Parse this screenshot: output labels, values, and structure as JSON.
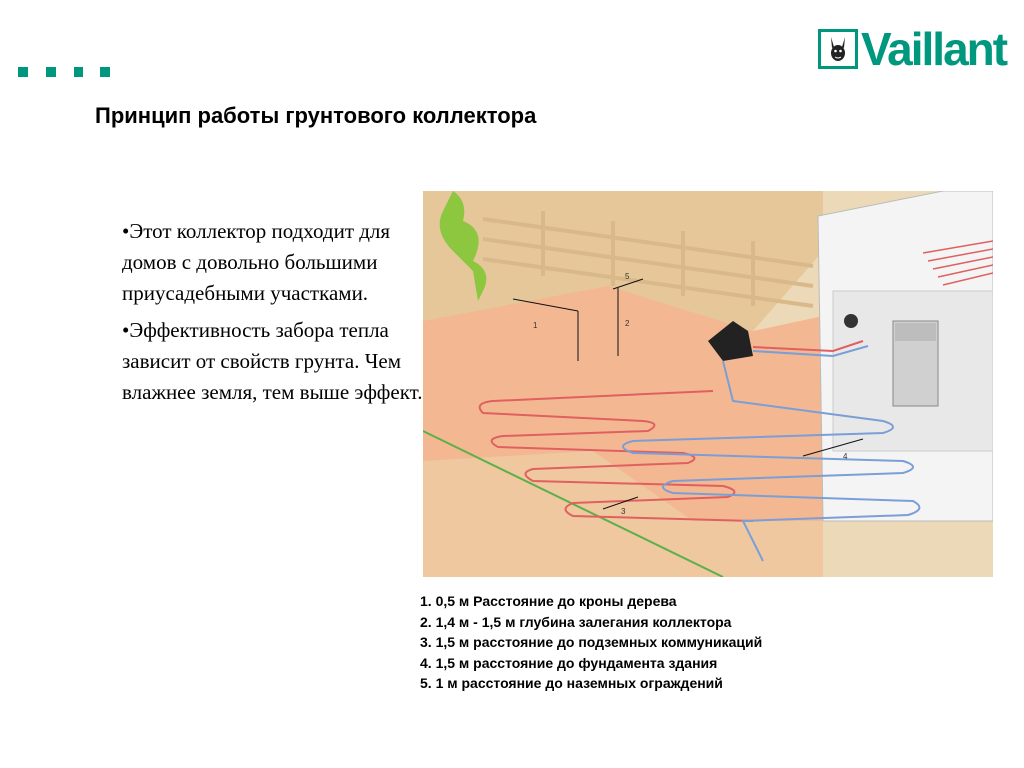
{
  "header": {
    "title": "Принцип работы грунтового коллектора",
    "decoration_icon": "three-squares-icon",
    "accent_color": "#00977f"
  },
  "logo": {
    "text": "Vaillant",
    "icon": "hare-icon",
    "color": "#00977f"
  },
  "bullets": [
    "•Этот коллектор подходит для домов с довольно большими приусадебными участками.",
    "•Эффективность забора тепла зависит от свойств грунта. Чем влажнее земля, тем выше эффект."
  ],
  "diagram": {
    "callouts": [
      "1",
      "2",
      "3",
      "4",
      "5"
    ]
  },
  "legend": [
    "1. 0,5 м Расстояние до кроны дерева",
    "2. 1,4 м - 1,5 м глубина залегания коллектора",
    "3. 1,5 м расстояние до подземных коммуникаций",
    "4. 1,5 м расстояние до фундамента здания",
    "5. 1 м расстояние до наземных ограждений"
  ]
}
